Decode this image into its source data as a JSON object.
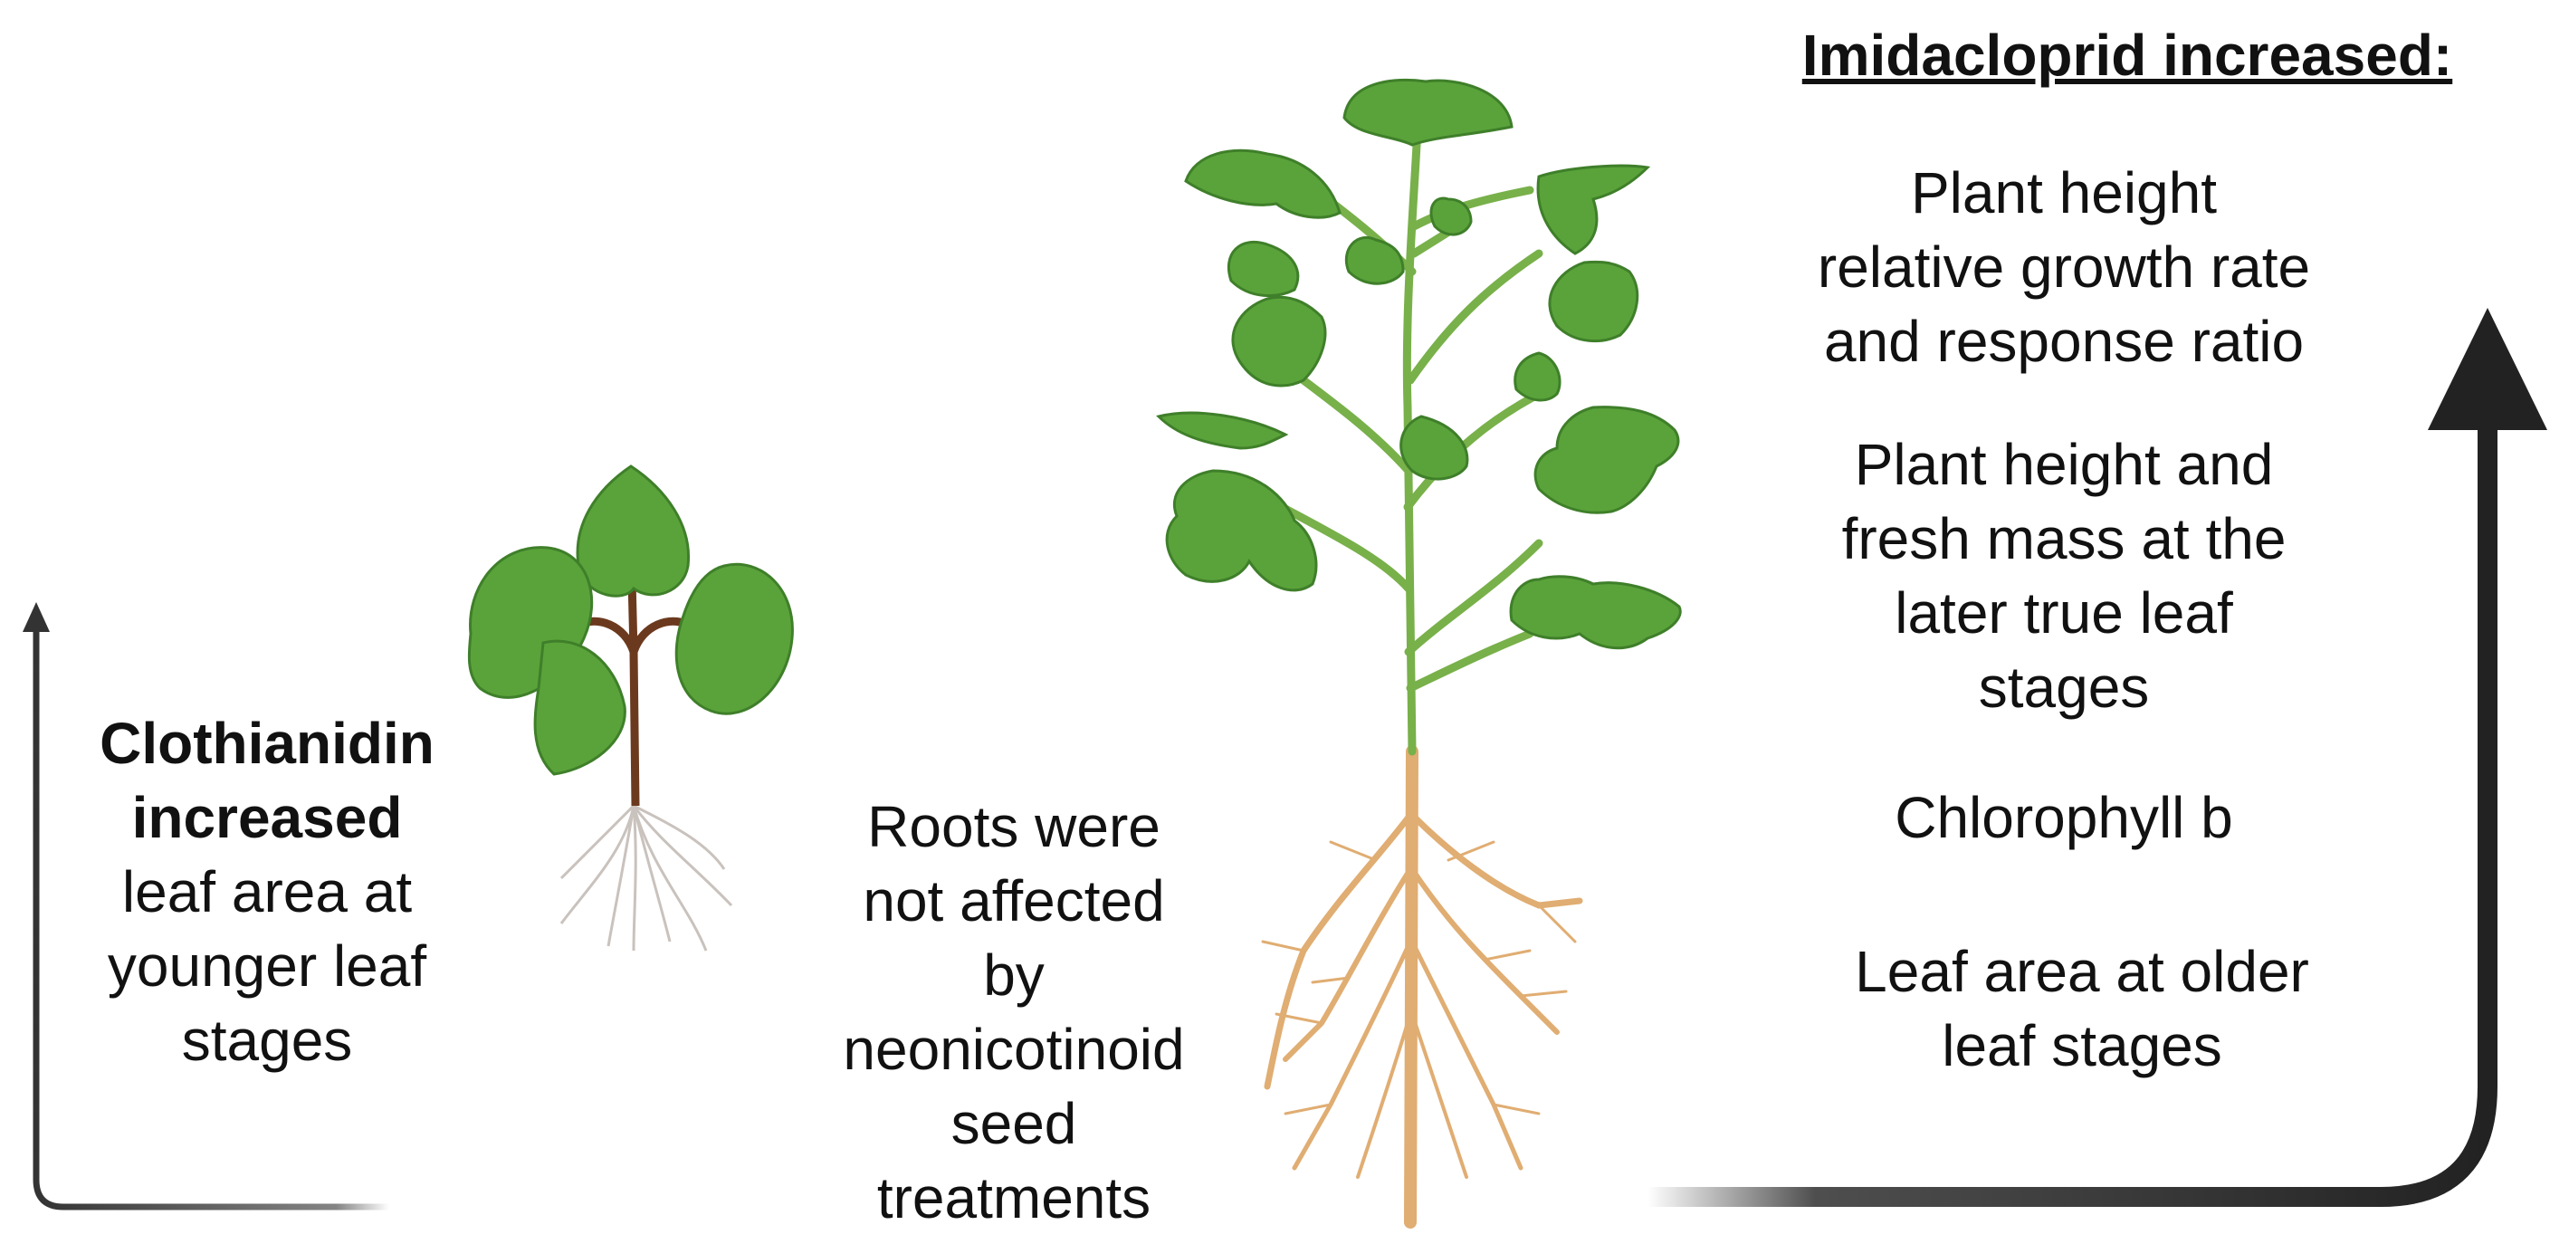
{
  "left": {
    "bold_line1": "Clothianidin",
    "bold_line2": "increased",
    "line3": "leaf area at",
    "line4": "younger leaf",
    "line5": "stages"
  },
  "middle": {
    "line1": "Roots were",
    "line2": "not affected",
    "line3": "by",
    "line4": "neonicotinoid",
    "line5": "seed",
    "line6": "treatments"
  },
  "right": {
    "title": "Imidacloprid increased:",
    "item1": [
      "Plant height",
      "relative growth rate",
      "and response ratio"
    ],
    "item2": [
      "Plant height and",
      "fresh mass at the",
      "later true leaf",
      "stages"
    ],
    "item3": [
      "Chlorophyll b"
    ],
    "item4": [
      "Leaf area at older",
      "leaf stages"
    ]
  },
  "colors": {
    "leaf": "#5aa33a",
    "leaf_dark": "#3f7f2a",
    "stem_small": "#6b3a1e",
    "stem_large": "#78b04a",
    "root_large": "#e0ad72",
    "root_small": "#c9c2bd",
    "arrow": "#222222"
  },
  "icons": [
    "seedling-plant-illustration",
    "mature-plant-illustration",
    "up-arrow-left",
    "up-arrow-right"
  ]
}
